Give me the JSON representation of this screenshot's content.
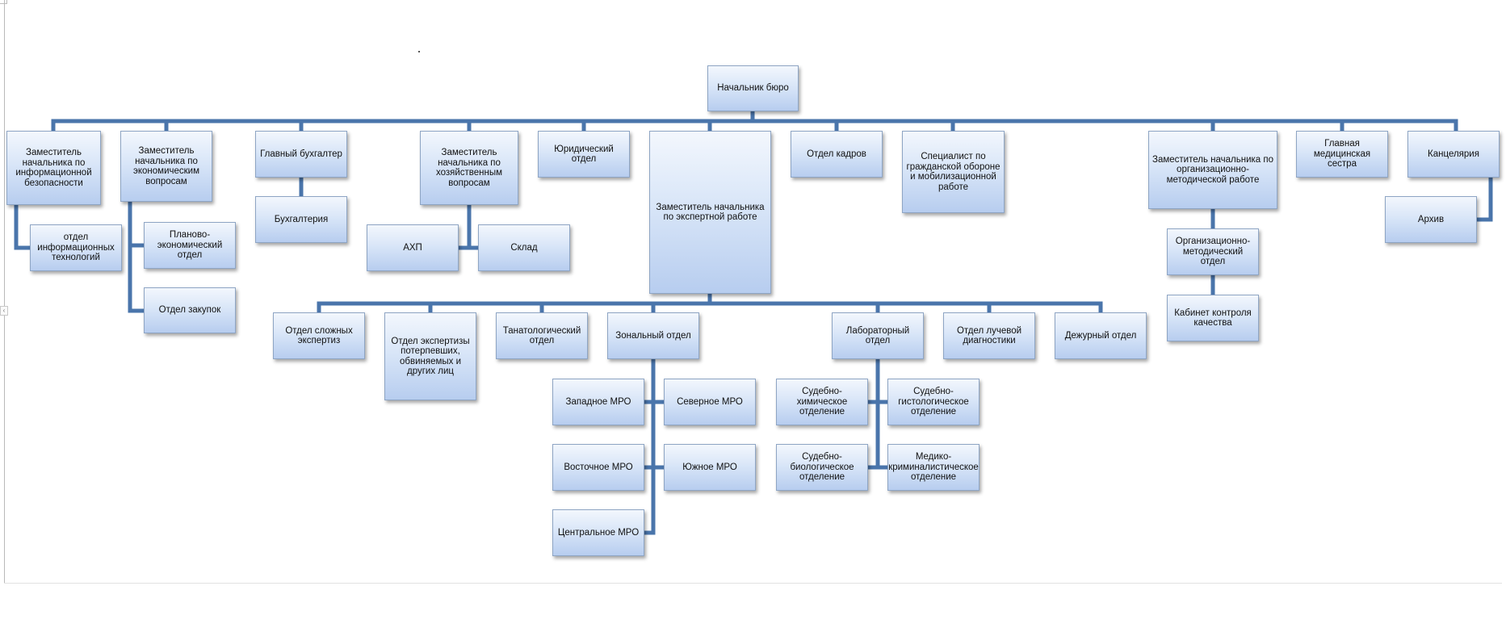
{
  "colors": {
    "connector": "#4a75ab",
    "box_top": "#f3f7fd",
    "box_bottom": "#b7cdef",
    "box_border": "#8ea5c4"
  },
  "nodes": {
    "head": "Начальник бюро",
    "dep_infosec": "Заместитель начальника по информационной безопасности",
    "it_dept": "отдел информационных технологий",
    "dep_econ": "Заместитель начальника по экономическим вопросам",
    "plan_econ": "Планово-экономический отдел",
    "purchasing": "Отдел закупок",
    "chief_accountant": "Главный бухгалтер",
    "accounting": "Бухгалтерия",
    "dep_household": "Заместитель начальника по хозяйственным вопросам",
    "ahp": "АХП",
    "warehouse": "Склад",
    "legal": "Юридический отдел",
    "dep_expert": "Заместитель начальника по экспертной работе",
    "hr": "Отдел кадров",
    "civil_defense": "Специалист по гражданской обороне и мобилизационной работе",
    "dep_method": "Заместитель начальника по организационно-методической работе",
    "org_method": "Организационно-методический отдел",
    "quality": "Кабинет контроля качества",
    "head_nurse": "Главная медицинская сестра",
    "chancellery": "Канцелярия",
    "archive": "Архив",
    "complex_exp": "Отдел сложных экспертиз",
    "victims_exp": "Отдел экспертизы потерпевших, обвиняемых и других лиц",
    "thanato": "Танатологический отдел",
    "zonal": "Зональный отдел",
    "mro_west": "Западное МРО",
    "mro_north": "Северное МРО",
    "mro_east": "Восточное МРО",
    "mro_south": "Южное МРО",
    "mro_central": "Центральное МРО",
    "lab": "Лабораторный отдел",
    "chem": "Судебно-химическое отделение",
    "histo": "Судебно-гистологическое отделение",
    "bio": "Судебно-биологическое отделение",
    "crim": "Медико-криминалистическое отделение",
    "radiology": "Отдел лучевой диагностики",
    "duty": "Дежурный отдел"
  }
}
